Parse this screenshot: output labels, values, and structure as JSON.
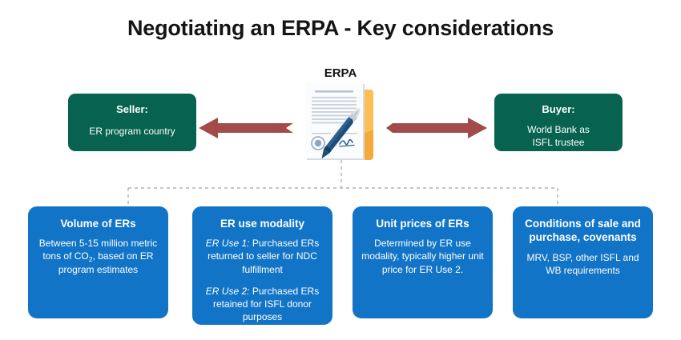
{
  "page": {
    "title": "Negotiating an ERPA - Key considerations",
    "background_color": "#ffffff"
  },
  "colors": {
    "party_green": "#076350",
    "detail_blue": "#1274C6",
    "arrow_maroon": "#A34A4A",
    "connector_gray": "#B3B3B3",
    "title_text": "#141414",
    "folder_orange": "#F5A93A",
    "pen_navy": "#1F4E79"
  },
  "center": {
    "label": "ERPA",
    "icon": "signed-contract-document-with-pen-icon"
  },
  "parties": {
    "seller": {
      "title": "Seller:",
      "subtitle": "ER program country"
    },
    "buyer": {
      "title": "Buyer:",
      "subtitle_line1": "World Bank as",
      "subtitle_line2": "ISFL trustee"
    }
  },
  "arrows": {
    "left": {
      "name": "arrow-to-seller",
      "direction": "left",
      "color": "#A34A4A"
    },
    "right": {
      "name": "arrow-to-buyer",
      "direction": "right",
      "color": "#A34A4A"
    }
  },
  "considerations": [
    {
      "id": "volume",
      "title": "Volume of ERs",
      "paragraphs": [
        {
          "lead": "",
          "text": "Between 5-15 million metric tons of CO₂, based on ER program estimates"
        }
      ]
    },
    {
      "id": "modality",
      "title": "ER use modality",
      "paragraphs": [
        {
          "lead": "ER Use 1:",
          "text": " Purchased ERs returned to seller for NDC fulfillment"
        },
        {
          "lead": "ER Use 2:",
          "text": " Purchased ERs retained for ISFL donor purposes"
        }
      ]
    },
    {
      "id": "prices",
      "title": "Unit prices of ERs",
      "paragraphs": [
        {
          "lead": "",
          "text": "Determined by ER use modality, typically higher unit price for ER Use 2."
        }
      ]
    },
    {
      "id": "conditions",
      "title": "Conditions of sale and purchase, covenants",
      "paragraphs": [
        {
          "lead": "",
          "text": "MRV, BSP, other ISFL and WB requirements"
        }
      ]
    }
  ]
}
